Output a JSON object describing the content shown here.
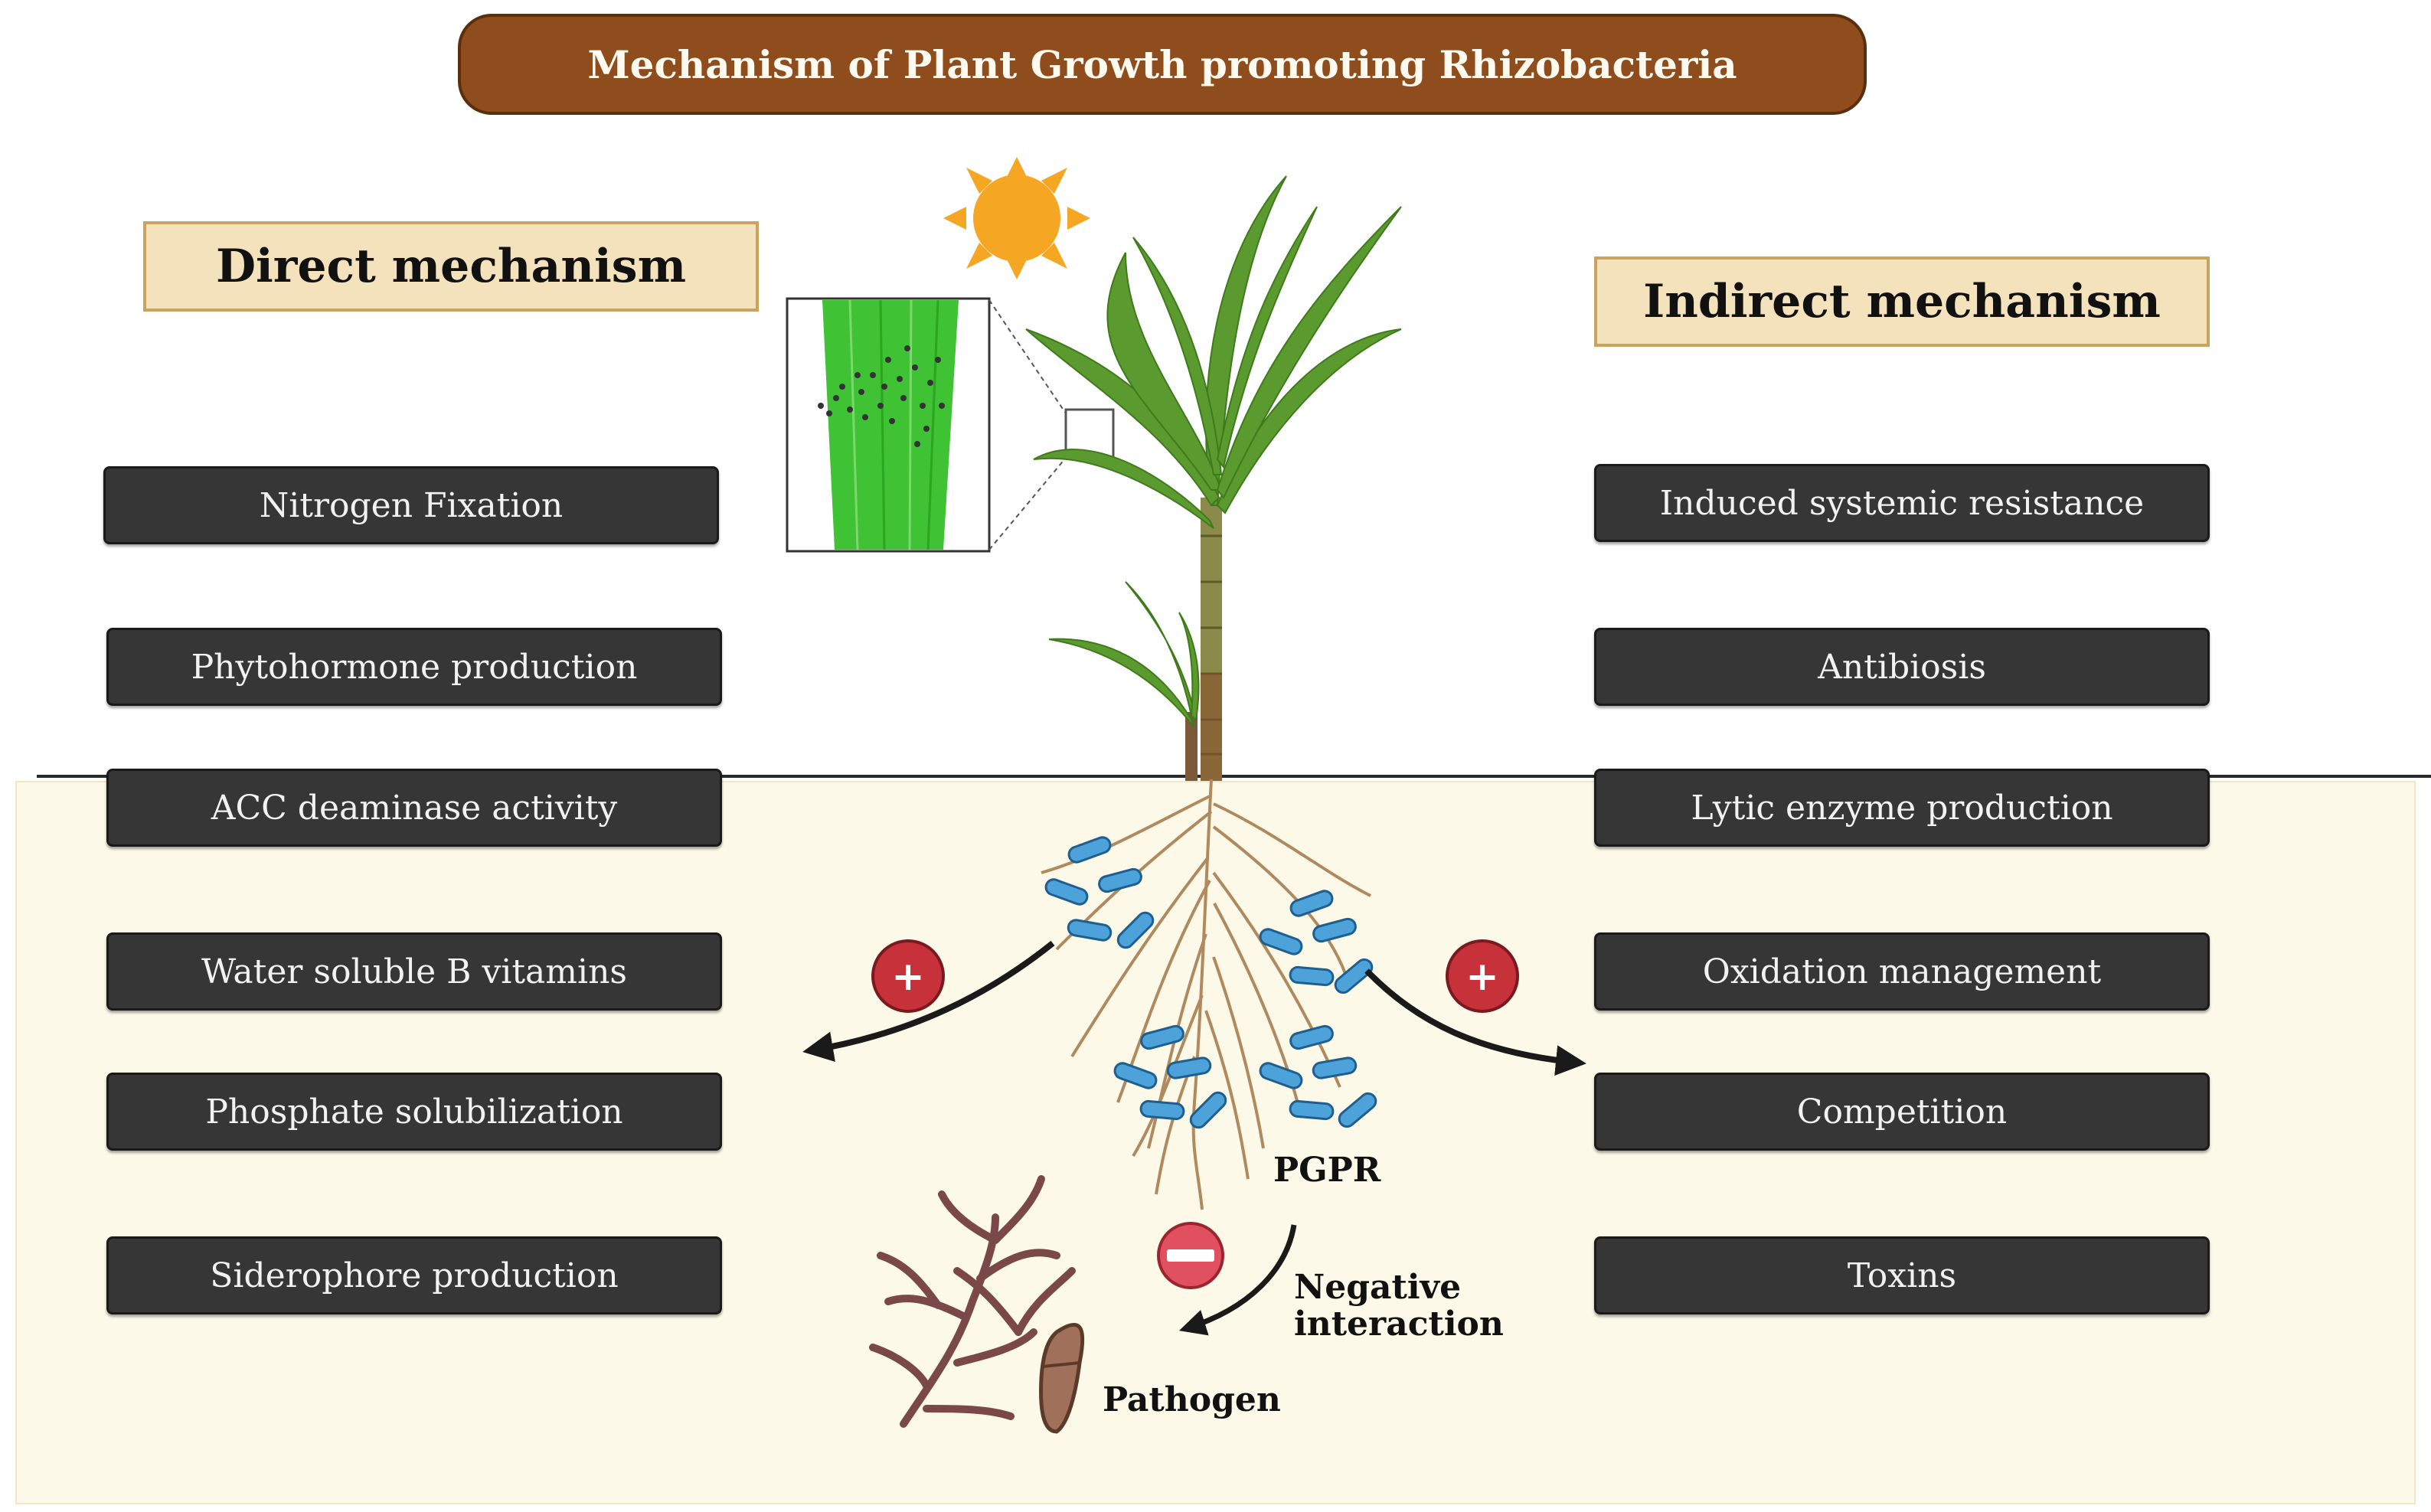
{
  "title": "Mechanism of Plant Growth promoting Rhizobacteria",
  "direct": {
    "heading": "Direct mechanism",
    "items": [
      "Nitrogen Fixation",
      "Phytohormone production",
      "ACC deaminase activity",
      "Water soluble B vitamins",
      "Phosphate solubilization",
      "Siderophore production"
    ]
  },
  "indirect": {
    "heading": "Indirect mechanism",
    "items": [
      "Induced systemic resistance",
      "Antibiosis",
      "Lytic enzyme production",
      "Oxidation management",
      "Competition",
      "Toxins"
    ]
  },
  "labels": {
    "pgpr": "PGPR",
    "negative_interaction": "Negative\ninteraction",
    "pathogen": "Pathogen",
    "plus": "+",
    "minus": "−"
  },
  "colors": {
    "title_bg": "#8f4d1d",
    "section_bg": "#f3e2bb",
    "box_bg": "#363636",
    "soil_bg": "#fcf9e8",
    "bacteria": "#4da3d9",
    "plus_circle": "#c7313a",
    "minus_circle": "#e0505f",
    "sun": "#f5a623",
    "leaf": "#5a9a2e",
    "root": "#b08a5e"
  }
}
